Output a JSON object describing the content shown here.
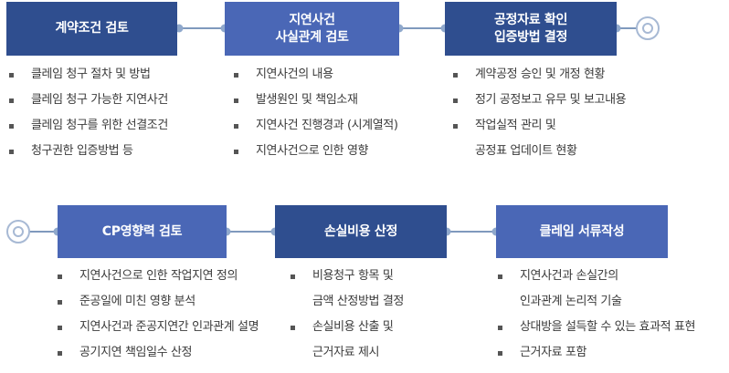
{
  "colors": {
    "box_dark": "#2f4e8f",
    "box_light": "#4a67b6",
    "connector": "#7f99bd"
  },
  "row1": {
    "boxes": [
      {
        "lines": [
          "계약조건 검토"
        ]
      },
      {
        "lines": [
          "지연사건",
          "사실관계 검토"
        ]
      },
      {
        "lines": [
          "공정자료 확인",
          "입증방법 결정"
        ]
      }
    ],
    "lists": [
      [
        "클레임 청구 절차 및 방법",
        "클레임 청구 가능한 지연사건",
        "클레임 청구를 위한 선결조건",
        "청구권한 입증방법 등"
      ],
      [
        "지연사건의 내용",
        "발생원인 및 책임소재",
        "지연사건 진행경과 (시계열적)",
        "지연사건으로 인한 영향"
      ],
      [
        "계약공정 승인 및 개정 현황",
        "정기 공정보고 유무 및 보고내용",
        "작업실적 관리 및",
        "공정표 업데이트 현황"
      ]
    ]
  },
  "row2": {
    "boxes": [
      {
        "lines": [
          "CP영향력 검토"
        ]
      },
      {
        "lines": [
          "손실비용 산정"
        ]
      },
      {
        "lines": [
          "클레임 서류작성"
        ]
      }
    ],
    "lists": [
      [
        "지연사건으로 인한 작업지연 정의",
        "준공일에 미친 영향 분석",
        "지연사건과 준공지연간 인과관계 설명",
        "공기지연 책임일수 산정"
      ],
      [
        "비용청구 항목 및",
        "금액 산정방법 결정",
        "손실비용 산출 및",
        "근거자료 제시"
      ],
      [
        "지연사건과 손실간의",
        "인과관계 논리적 기술",
        "상대방을 설득할 수 있는 효과적 표현",
        "근거자료 포함"
      ]
    ]
  }
}
